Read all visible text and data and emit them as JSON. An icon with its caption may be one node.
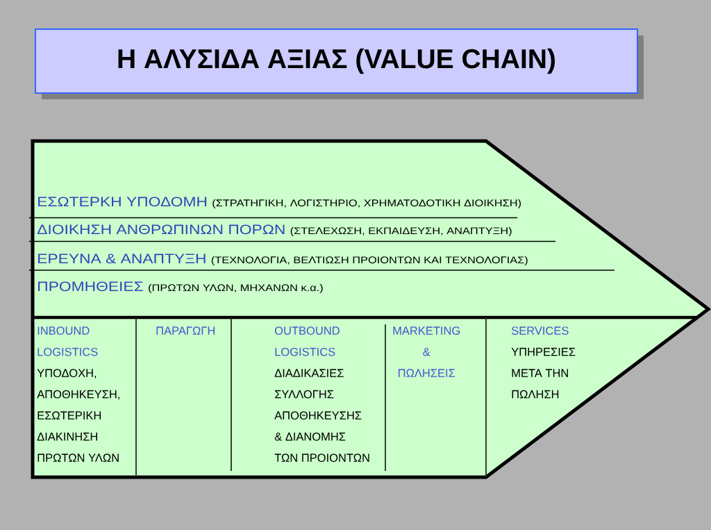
{
  "diagram": {
    "nodes": [
      {
        "text": [
          "Η ΑΛΥΣΙΔΑ ΑΞΙΑΣ (VALUE CHAIN)"
        ]
      },
      {
        "text": [],
        "shape": "chevron"
      },
      {
        "text": [
          "ΕΣΩΤΕΡΚΗ ΥΠΟΔΟΜΗ",
          "(ΣΤΡΑΤΗΓΙΚΗ, ΛΟΓΙΣΤΗΡΙΟ, ΧΡΗΜΑΤΟΔΟΤΙΚΗ ΔΙΟΙΚΗΣΗ)"
        ],
        "in": 1
      },
      {
        "text": [
          "ΔΙΟΙΚΗΣΗ ΑΝΘΡΩΠΙΝΩΝ ΠΟΡΩΝ",
          "(ΣΤΕΛΕΧΩΣΗ, ΕΚΠΑΙΔΕΥΣΗ, ΑΝΑΠΤΥΞΗ)"
        ],
        "in": 1
      },
      {
        "text": [
          "ΕΡΕΥΝΑ & ΑΝΑΠΤΥΞΗ",
          "(ΤΕΧΝΟΛΟΓΙΑ, ΒΕΛΤΙΩΣΗ ΠΡΟΙΟΝΤΩΝ ΚΑΙ ΤΕΧΝΟΛΟΓΙΑΣ)"
        ],
        "in": 1
      },
      {
        "text": [
          "ΠΡΟΜΗΘΕΙΕΣ",
          "(ΠΡΩΤΩΝ ΥΛΩΝ, ΜΗΧΑΝΩΝ κ.α.)"
        ],
        "in": 1
      },
      {
        "text": [
          "INBOUND LOGISTICS",
          "ΥΠΟΔΟΧΗ, ΑΠΟΘΗΚΕΥΣΗ, ΕΣΩΤΕΡΙΚΗ ΔΙΑΚΙΝΗΣΗ ΠΡΩΤΩΝ ΥΛΩΝ"
        ],
        "in": 1
      },
      {
        "text": [
          "ΠΑΡΑΓΩΓΗ"
        ],
        "in": 1
      },
      {
        "text": [
          "OUTBOUND LOGISTICS",
          "ΔΙΑΔΙΚΑΣΙΕΣ ΣΥΛΛΟΓΗΣ ΑΠΟΘΗΚΕΥΣΗΣ & ΔΙΑΝΟΜΗΣ ΤΩΝ ΠΡΟΙΟΝΤΩΝ"
        ],
        "in": 1
      },
      {
        "text": [
          "MARKETING & ΠΩΛΗΣΕΙΣ"
        ],
        "in": 1
      },
      {
        "text": [
          "SERVICES",
          "ΥΠΗΡΕΣΙΕΣ ΜΕΤΑ ΤΗΝ ΠΩΛΗΣΗ"
        ],
        "in": 1
      }
    ]
  }
}
